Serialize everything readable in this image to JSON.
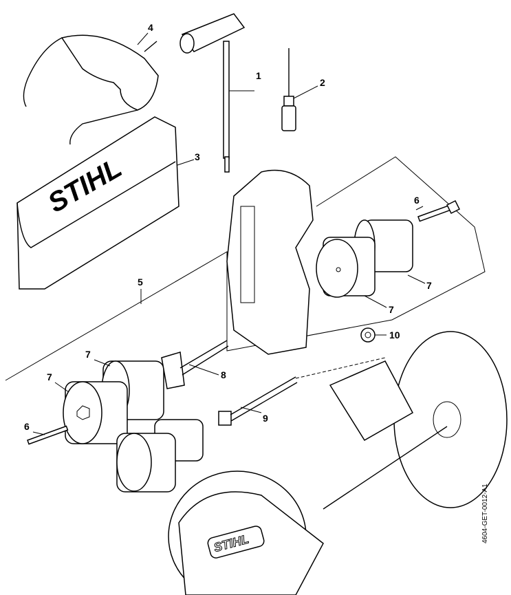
{
  "diagram": {
    "callouts": [
      {
        "id": "4",
        "part": "safety-glasses"
      },
      {
        "id": "1",
        "part": "combination-wrench"
      },
      {
        "id": "2",
        "part": "screwdriver"
      },
      {
        "id": "3",
        "part": "tool-pouch"
      },
      {
        "id": "6",
        "part": "bolt-upper"
      },
      {
        "id": "7",
        "part": "roller-upper-a"
      },
      {
        "id": "7",
        "part": "roller-upper-b"
      },
      {
        "id": "5",
        "part": "roller-kit"
      },
      {
        "id": "10",
        "part": "washer"
      },
      {
        "id": "7",
        "part": "roller-lower-a"
      },
      {
        "id": "8",
        "part": "axle-plate"
      },
      {
        "id": "7",
        "part": "roller-lower-b"
      },
      {
        "id": "9",
        "part": "axle-bolt"
      },
      {
        "id": "6",
        "part": "bolt-lower"
      }
    ],
    "brand_logo_text": "STIHL",
    "drawing_code": "4604-GET-0012-A1"
  }
}
